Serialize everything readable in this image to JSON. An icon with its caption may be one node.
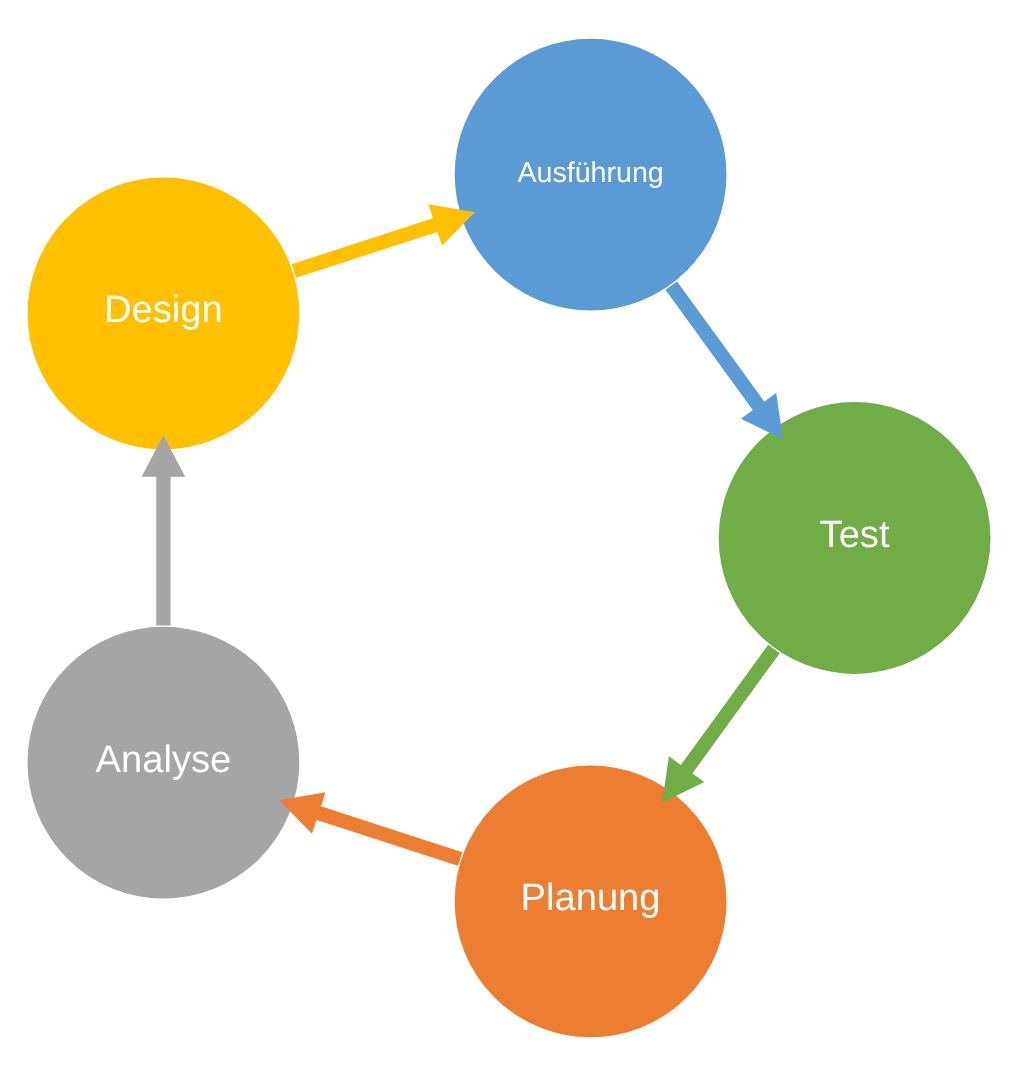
{
  "diagram": {
    "nodes": [
      {
        "text": [
          "Planung"
        ]
      },
      {
        "text": [
          "Analyse"
        ]
      },
      {
        "text": [
          "Design"
        ]
      },
      {
        "text": [
          "Ausführung"
        ]
      },
      {
        "text": [
          "Test"
        ]
      }
    ],
    "edges": [
      {
        "from": 0,
        "to": 1,
        "arrow": "to",
        "color": "#ed7d31"
      },
      {
        "from": 1,
        "to": 2,
        "arrow": "to",
        "color": "#a5a5a5"
      },
      {
        "from": 2,
        "to": 3,
        "arrow": "to",
        "color": "#ffc000"
      },
      {
        "from": 3,
        "to": 4,
        "arrow": "to",
        "color": "#5b9bd5"
      },
      {
        "from": 4,
        "to": 0,
        "arrow": "to",
        "color": "#70ad47"
      }
    ]
  }
}
